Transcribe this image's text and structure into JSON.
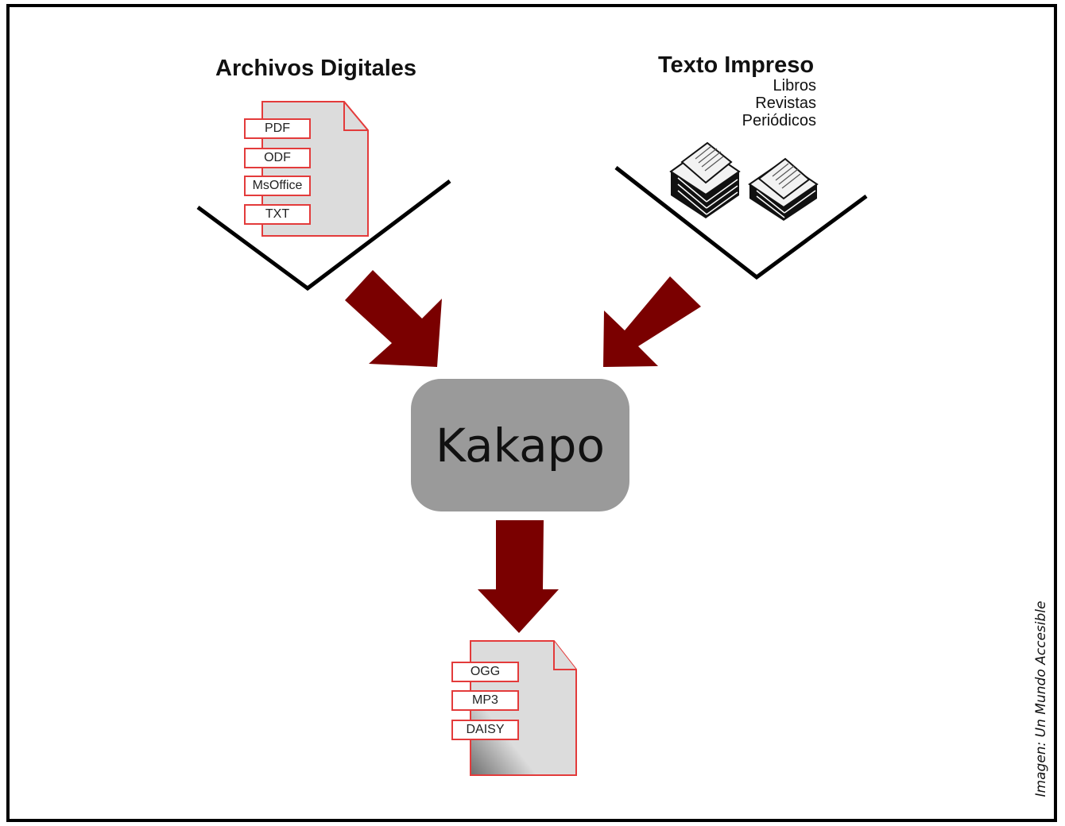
{
  "sources": {
    "digital": {
      "title": "Archivos Digitales",
      "formats": [
        "PDF",
        "ODF",
        "MsOffice",
        "TXT"
      ]
    },
    "print": {
      "title": "Texto Impreso",
      "items": [
        "Libros",
        "Revistas",
        "Periódicos"
      ]
    }
  },
  "processor": {
    "label": "Kakapo"
  },
  "output": {
    "formats": [
      "OGG",
      "MP3",
      "DAISY"
    ]
  },
  "credit": "Imagen: Un Mundo Accesible",
  "colors": {
    "arrow": "#7a0000",
    "tag_border": "#e33b3b",
    "doc_fill": "#dcdcdc",
    "processor_fill": "#9a9a9a"
  }
}
